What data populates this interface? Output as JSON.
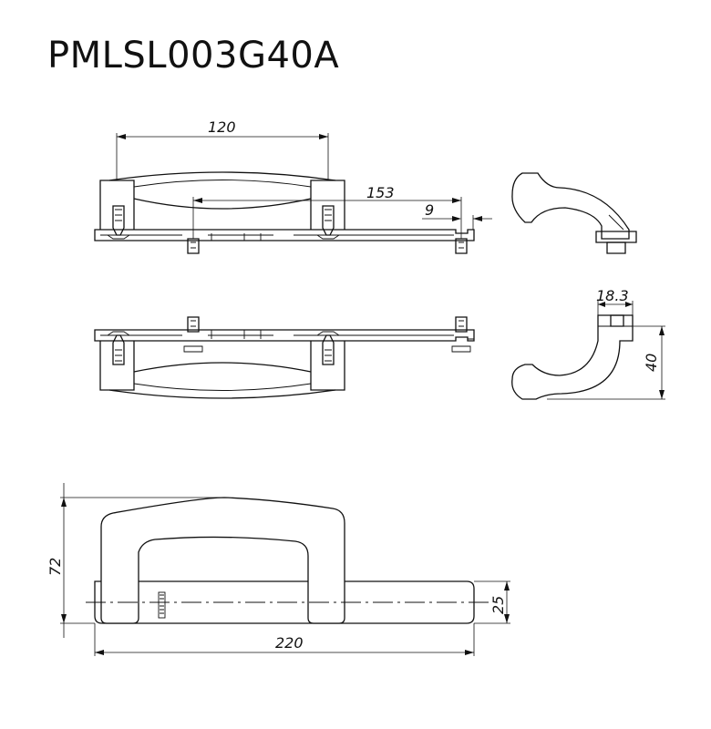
{
  "title": "PMLSL003G40A",
  "dimensions": {
    "top_width": "120",
    "top_length": "153",
    "top_offset": "9",
    "side_width": "18.3",
    "side_height": "40",
    "front_height": "72",
    "front_length": "220",
    "front_base": "25"
  },
  "colors": {
    "line": "#111111",
    "background": "#ffffff"
  }
}
